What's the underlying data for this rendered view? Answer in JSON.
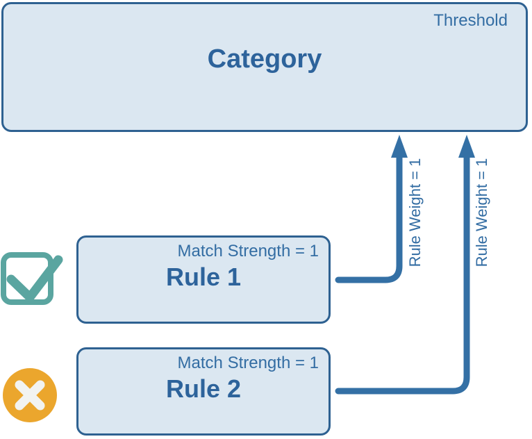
{
  "diagram": {
    "title_hint": "rule-to-category scoring diagram",
    "category_box": {
      "title": "Category",
      "threshold_label": "Threshold"
    },
    "rules": [
      {
        "title": "Rule 1",
        "match_strength_label": "Match Strength = 1",
        "rule_weight_label": "Rule Weight = 1",
        "status_icon": "checkmark-icon",
        "status": "matched"
      },
      {
        "title": "Rule 2",
        "match_strength_label": "Match Strength = 1",
        "rule_weight_label": "Rule Weight = 1",
        "status_icon": "x-icon",
        "status": "not-matched"
      }
    ],
    "colors": {
      "box_fill": "#dbe7f1",
      "box_border": "#2e6191",
      "arrow_blue": "#3470a5",
      "title_text": "#2d639b",
      "label_text": "#336da3",
      "check_teal": "#5aa5a0",
      "x_orange": "#eba62d",
      "x_glyph": "#f2f3f1"
    }
  }
}
